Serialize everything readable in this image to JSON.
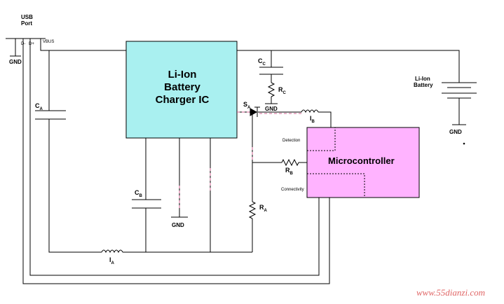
{
  "usb": {
    "title_line1": "USB",
    "title_line2": "Port",
    "pin_dminus": "D-",
    "pin_dplus": "D+",
    "pin_vbus": "VBUS",
    "gnd": "GND"
  },
  "charger": {
    "line1": "Li-Ion",
    "line2": "Battery",
    "line3": "Charger IC"
  },
  "mcu": {
    "title": "Microcontroller",
    "detection": "Detection",
    "connectivity": "Connectivity"
  },
  "battery": {
    "line1": "Li-Ion",
    "line2": "Battery",
    "gnd": "GND"
  },
  "components": {
    "ca": "C",
    "ca_sub": "A",
    "cb": "C",
    "cb_sub": "B",
    "cc": "C",
    "cc_sub": "C",
    "rc": "R",
    "rc_sub": "C",
    "rb": "R",
    "rb_sub": "B",
    "ra": "R",
    "ra_sub": "A",
    "sa": "S",
    "sa_sub": "A",
    "ia": "I",
    "ia_sub": "A",
    "ib": "I",
    "ib_sub": "B",
    "gnd_cc": "GND",
    "gnd_charger": "GND"
  },
  "watermark": "www.55dianzi.com",
  "colors": {
    "charger_fill": "#a9f0f0",
    "mcu_fill": "#ffb3ff",
    "wire": "#000000",
    "watermark": "#e06666"
  }
}
